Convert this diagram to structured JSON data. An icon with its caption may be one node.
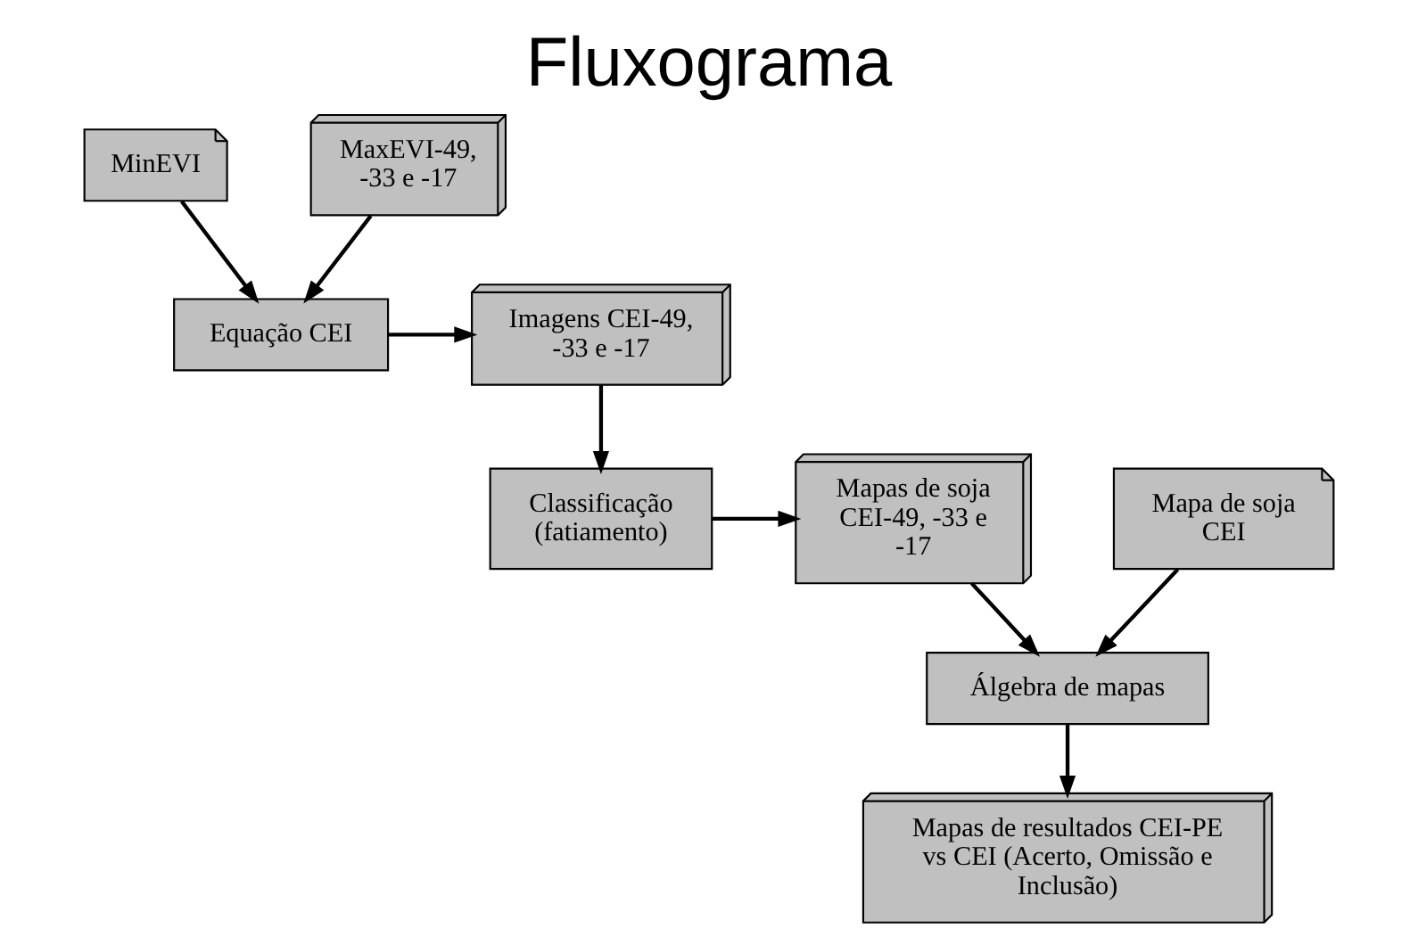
{
  "diagram": {
    "title": "Fluxograma",
    "nodes": [
      {
        "text": [
          "MinEVI"
        ]
      },
      {
        "text": [
          "Equação CEI"
        ]
      },
      {
        "text": [
          "Imagens CEI-49, -33 e -17"
        ]
      },
      {
        "text": [
          "MaxEVI-49, -33 e -17"
        ]
      },
      {
        "text": [
          "Classificação (fatiamento)"
        ]
      },
      {
        "text": [
          "Mapas de soja CEI-49, -33 e -17"
        ]
      },
      {
        "text": [
          "Álgebra de mapas"
        ]
      },
      {
        "text": [
          "Mapa de soja CEI"
        ]
      },
      {
        "text": [
          "Mapas de resultados CEI-PE vs CEI (Acerto, Omissão e Inclusão)"
        ]
      }
    ],
    "edges": [
      {
        "from": 0,
        "to": 1,
        "arrow": "to"
      },
      {
        "from": 3,
        "to": 1,
        "arrow": "to"
      },
      {
        "from": 1,
        "to": 2,
        "arrow": "to"
      },
      {
        "from": 2,
        "to": 4,
        "arrow": "to"
      },
      {
        "from": 4,
        "to": 5,
        "arrow": "to"
      },
      {
        "from": 5,
        "to": 6,
        "arrow": "to"
      },
      {
        "from": 7,
        "to": 6,
        "arrow": "to"
      },
      {
        "from": 6,
        "to": 8,
        "arrow": "to"
      }
    ]
  }
}
